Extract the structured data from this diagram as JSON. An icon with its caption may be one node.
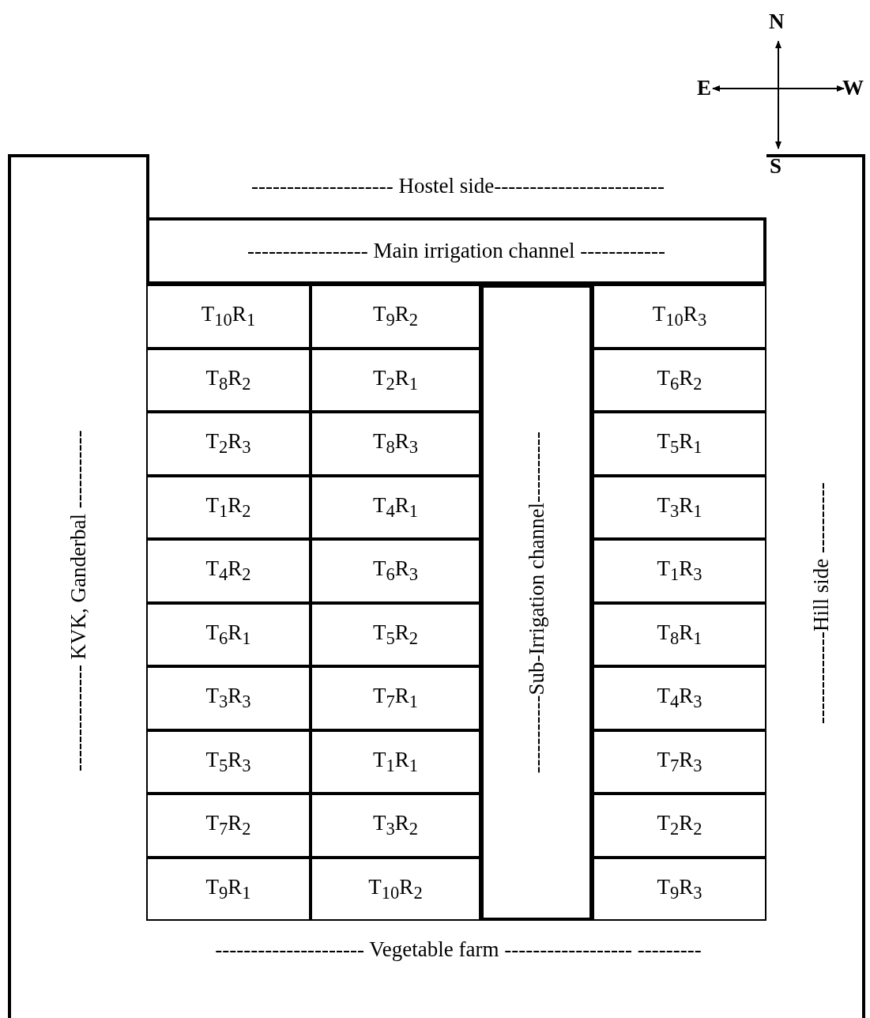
{
  "diagram": {
    "nodes": [
      {
        "text": [
          "-------------------- Hostel side------------------------"
        ]
      },
      {
        "text": [
          "----------------- Main irrigation channel ------------"
        ]
      },
      {
        "text": [
          "-----------Sub-Irrigation channel----------"
        ]
      },
      {
        "text": [
          "T$_{10}$R$_{1}$"
        ]
      },
      {
        "text": [
          "T$_{9}$R$_{2}$"
        ]
      },
      {
        "text": [
          "T$_{10}$R$_{3}$"
        ]
      },
      {
        "text": [
          "T$_{8}$R$_{2}$"
        ]
      },
      {
        "text": [
          "T$_{2}$R$_{1}$"
        ]
      },
      {
        "text": [
          "T$_{6}$R$_{2}$"
        ]
      },
      {
        "text": [
          "T$_{2}$R$_{3}$"
        ]
      },
      {
        "text": [
          "T$_{8}$R$_{3}$"
        ]
      },
      {
        "text": [
          "T$_{5}$R$_{1}$"
        ]
      },
      {
        "text": [
          "T$_{1}$R$_{2}$"
        ]
      },
      {
        "text": [
          "T$_{4}$R$_{1}$"
        ]
      },
      {
        "text": [
          "T$_{3}$R$_{1}$"
        ]
      },
      {
        "text": [
          "T$_{4}$R$_{2}$"
        ]
      },
      {
        "text": [
          "T$_{6}$R$_{3}$"
        ]
      },
      {
        "text": [
          "T$_{1}$R$_{3}$"
        ]
      },
      {
        "text": [
          "T$_{6}$R$_{1}$"
        ]
      },
      {
        "text": [
          "T$_{5}$R$_{2}$"
        ]
      },
      {
        "text": [
          "T$_{8}$R$_{1}$"
        ]
      },
      {
        "text": [
          "T$_{3}$R$_{3}$"
        ]
      },
      {
        "text": [
          "T$_{7}$R$_{1}$"
        ]
      },
      {
        "text": [
          "T$_{4}$R$_{3}$"
        ]
      },
      {
        "text": [
          "T$_{5}$R$_{3}$"
        ]
      },
      {
        "text": [
          "T$_{1}$R$_{1}$"
        ]
      },
      {
        "text": [
          "T$_{7}$R$_{3}$"
        ]
      },
      {
        "text": [
          "T$_{7}$R$_{2}$"
        ]
      },
      {
        "text": [
          "T$_{3}$R$_{2}$"
        ]
      },
      {
        "text": [
          "T$_{2}$R$_{2}$"
        ]
      },
      {
        "text": [
          "T$_{9}$R$_{1}$"
        ]
      },
      {
        "text": [
          "T$_{10}$R$_{2}$"
        ]
      },
      {
        "text": [
          "T$_{9}$R$_{3}$"
        ]
      }
    ],
    "labels": [
      "N",
      "E",
      "W",
      "S",
      "--------------- KVK, Ganderbal -----------",
      "-------------Hill side ----------",
      "--------------------- Vegetable farm ------------------ ---------"
    ]
  }
}
